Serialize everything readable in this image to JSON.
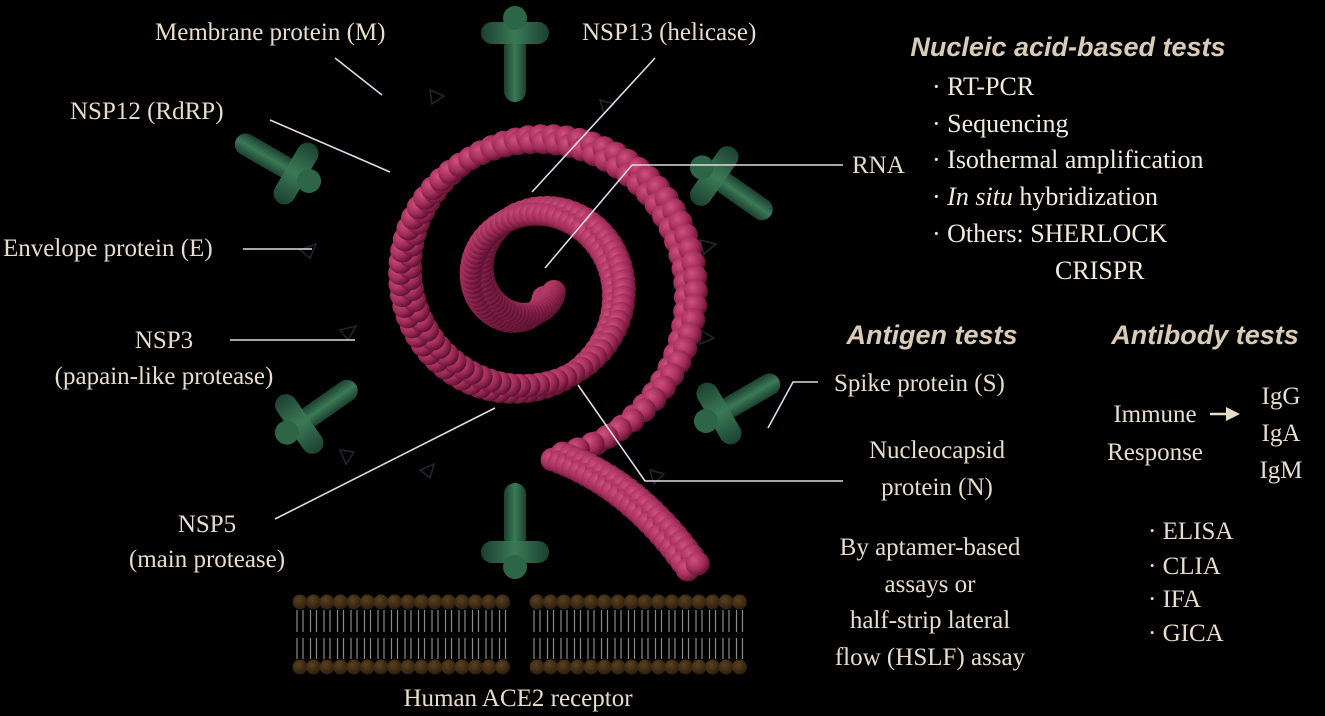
{
  "virus_labels": {
    "membrane": "Membrane protein (M)",
    "nsp13": "NSP13 (helicase)",
    "nsp12": "NSP12 (RdRP)",
    "rna": "RNA",
    "envelope": "Envelope protein (E)",
    "nsp3_line1": "NSP3",
    "nsp3_line2": "(papain-like protease)",
    "spike": "Spike protein (S)",
    "nucleocapsid_line1": "Nucleocapsid",
    "nucleocapsid_line2": "protein (N)",
    "nsp5_line1": "NSP5",
    "nsp5_line2": "(main protease)",
    "ace2": "Human ACE2 receptor"
  },
  "nucleic_tests": {
    "heading": "Nucleic acid-based tests",
    "items": [
      "· RT-PCR",
      "· Sequencing",
      "· Isothermal amplification"
    ],
    "in_situ_prefix": "· ",
    "in_situ_italic": "In situ",
    "in_situ_rest": " hybridization",
    "others_line1": "· Others:  SHERLOCK",
    "others_line2": "CRISPR"
  },
  "antigen_tests": {
    "heading": "Antigen tests",
    "methods": [
      "By aptamer-based",
      "assays or",
      "half-strip lateral",
      "flow (HSLF) assay"
    ]
  },
  "antibody_tests": {
    "heading": "Antibody tests",
    "immune_line1": "Immune",
    "immune_line2": "Response",
    "isotypes": [
      "IgG",
      "IgA",
      "IgM"
    ],
    "assays": [
      "· ELISA",
      "· CLIA",
      "· IFA",
      "· GICA"
    ]
  },
  "colors": {
    "background": "#000000",
    "rna_bead": "#a8305c",
    "spike_protein": "#2f6a48",
    "membrane_lipid": "#3a2a14",
    "label_text": "#e8dccb",
    "leader_line": "#e6d8e6"
  }
}
